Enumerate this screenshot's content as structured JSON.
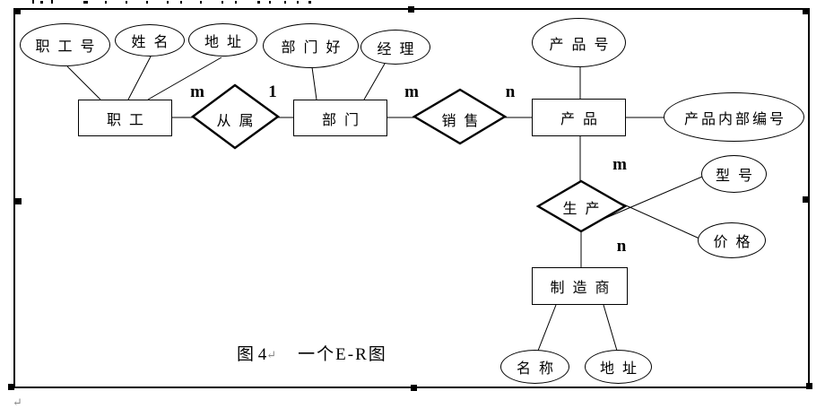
{
  "entities": {
    "employee": "职工",
    "department": "部门",
    "product": "产品",
    "manufacturer": "制造商"
  },
  "relationships": {
    "subordination": "从属",
    "sales": "销售",
    "production": "生产"
  },
  "attributes": {
    "employee_no": "职工号",
    "employee_name": "姓名",
    "employee_address": "地址",
    "department_no": "部门好",
    "manager": "经理",
    "product_no": "产品号",
    "product_internal_no": "产品内部编号",
    "model": "型号",
    "price": "价格",
    "manufacturer_name": "名称",
    "manufacturer_address": "地址"
  },
  "cardinalities": {
    "employee_to_subordination": "m",
    "subordination_to_department": "1",
    "department_to_sales": "m",
    "sales_to_product": "n",
    "product_to_production": "m",
    "production_to_manufacturer": "n"
  },
  "caption": {
    "figure_label": "图 4",
    "return_mark": "↵",
    "title": "一个E-R图"
  },
  "page": {
    "paragraph_mark": "↵"
  }
}
